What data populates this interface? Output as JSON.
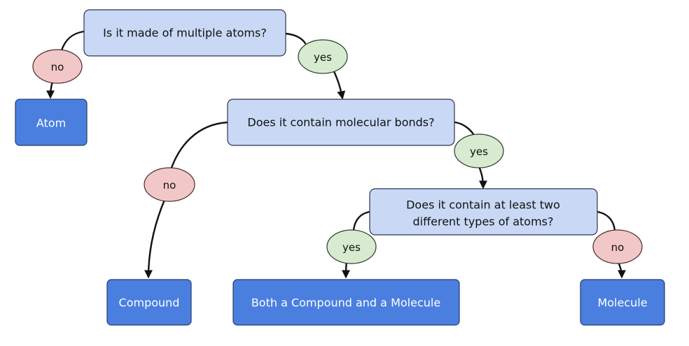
{
  "questions": {
    "multiple_atoms": "Is it made of multiple atoms?",
    "molecular_bonds": "Does it contain molecular bonds?",
    "two_types_line1": "Does it contain at least two",
    "two_types_line2": "different types of atoms?"
  },
  "answers": {
    "yes": "yes",
    "no": "no"
  },
  "results": {
    "atom": "Atom",
    "compound": "Compound",
    "both": "Both a Compound and a Molecule",
    "molecule": "Molecule"
  },
  "colors": {
    "question_fill": "#c9d9f5",
    "result_fill": "#4a7fe0",
    "yes_fill": "#d6ebcf",
    "no_fill": "#f2c7c7"
  }
}
